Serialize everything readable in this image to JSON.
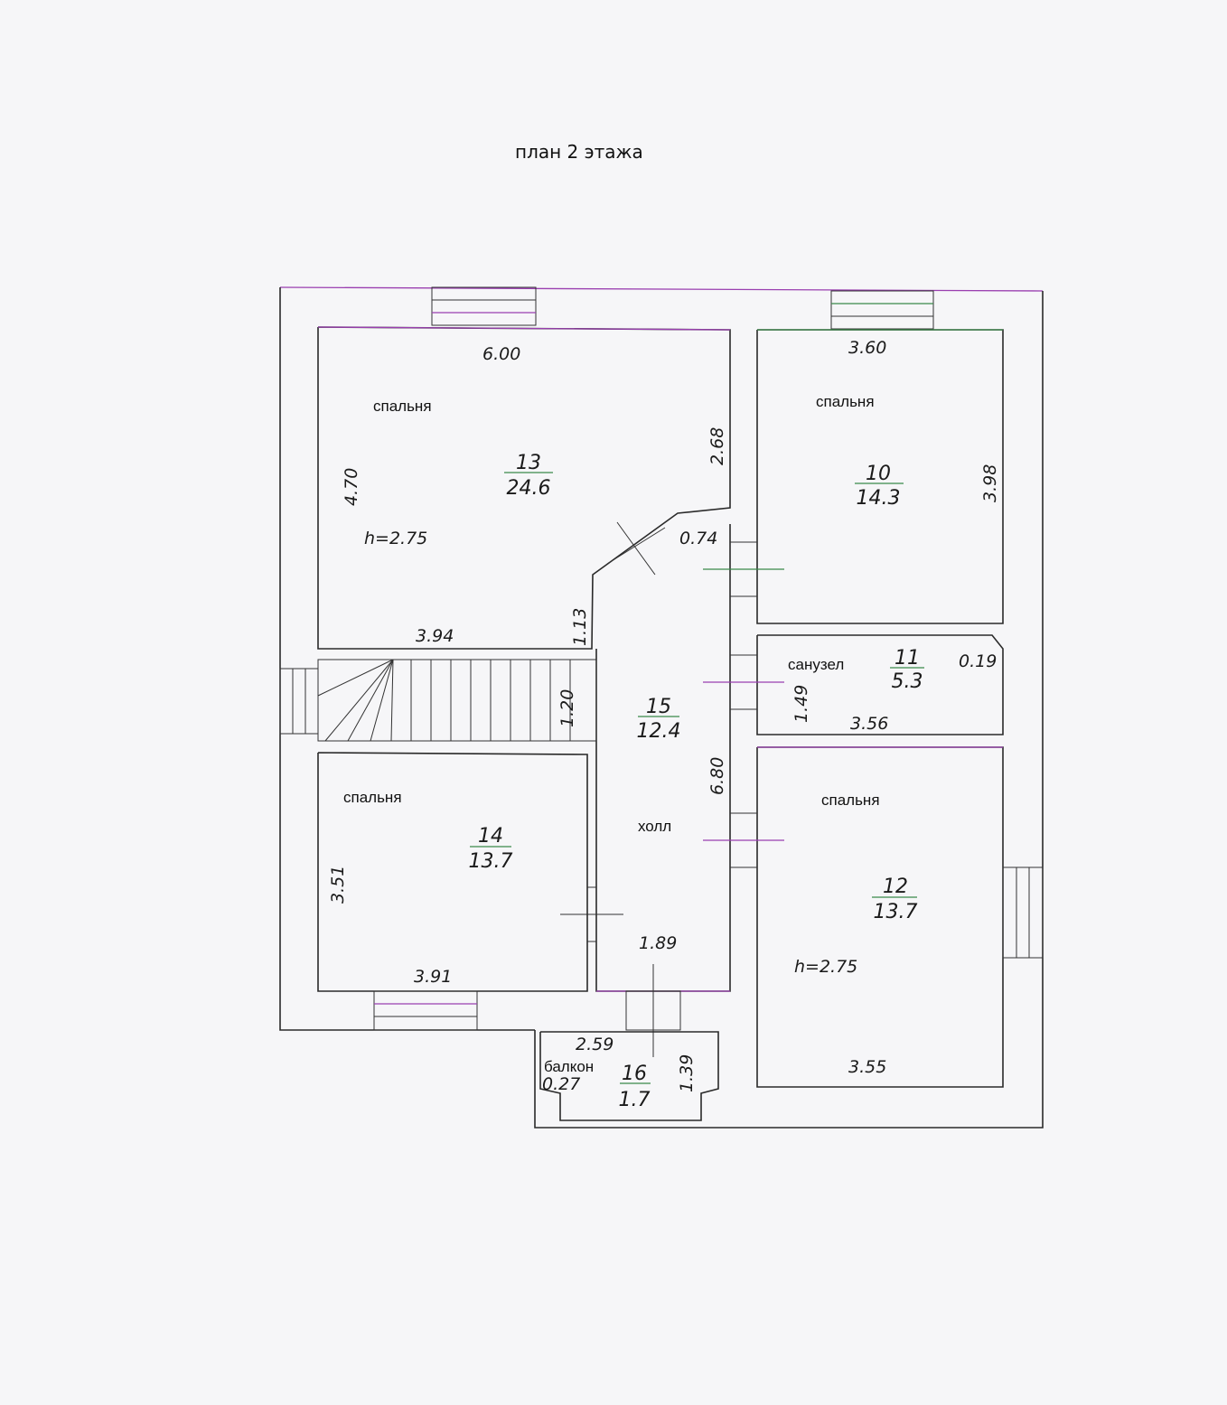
{
  "title": "план 2 этажа",
  "colors": {
    "wall": "#2a2a2a",
    "accent_purple": "#9a3fb0",
    "accent_green": "#3b8a4a",
    "background": "#f6f6f8"
  },
  "rooms": [
    {
      "id": "r13",
      "name": "спальня",
      "number": "13",
      "area": "24.6",
      "height": "h=2.75"
    },
    {
      "id": "r10",
      "name": "спальня",
      "number": "10",
      "area": "14.3"
    },
    {
      "id": "r11",
      "name": "санузел",
      "number": "11",
      "area": "5.3"
    },
    {
      "id": "r15",
      "name": "холл",
      "number": "15",
      "area": "12.4"
    },
    {
      "id": "r14",
      "name": "спальня",
      "number": "14",
      "area": "13.7"
    },
    {
      "id": "r12",
      "name": "спальня",
      "number": "12",
      "area": "13.7",
      "height": "h=2.75"
    },
    {
      "id": "r16",
      "name": "балкон",
      "number": "16",
      "area": "1.7"
    }
  ],
  "dims": {
    "d600": "6.00",
    "d470": "4.70",
    "d268": "2.68",
    "d394": "3.94",
    "d113": "1.13",
    "d074": "0.74",
    "d360": "3.60",
    "d398": "3.98",
    "d019": "0.19",
    "d149": "1.49",
    "d356": "3.56",
    "d120": "1.20",
    "d680": "6.80",
    "d351": "3.51",
    "d391": "3.91",
    "d189": "1.89",
    "d259": "2.59",
    "d027": "0.27",
    "d139": "1.39",
    "d355": "3.55"
  }
}
